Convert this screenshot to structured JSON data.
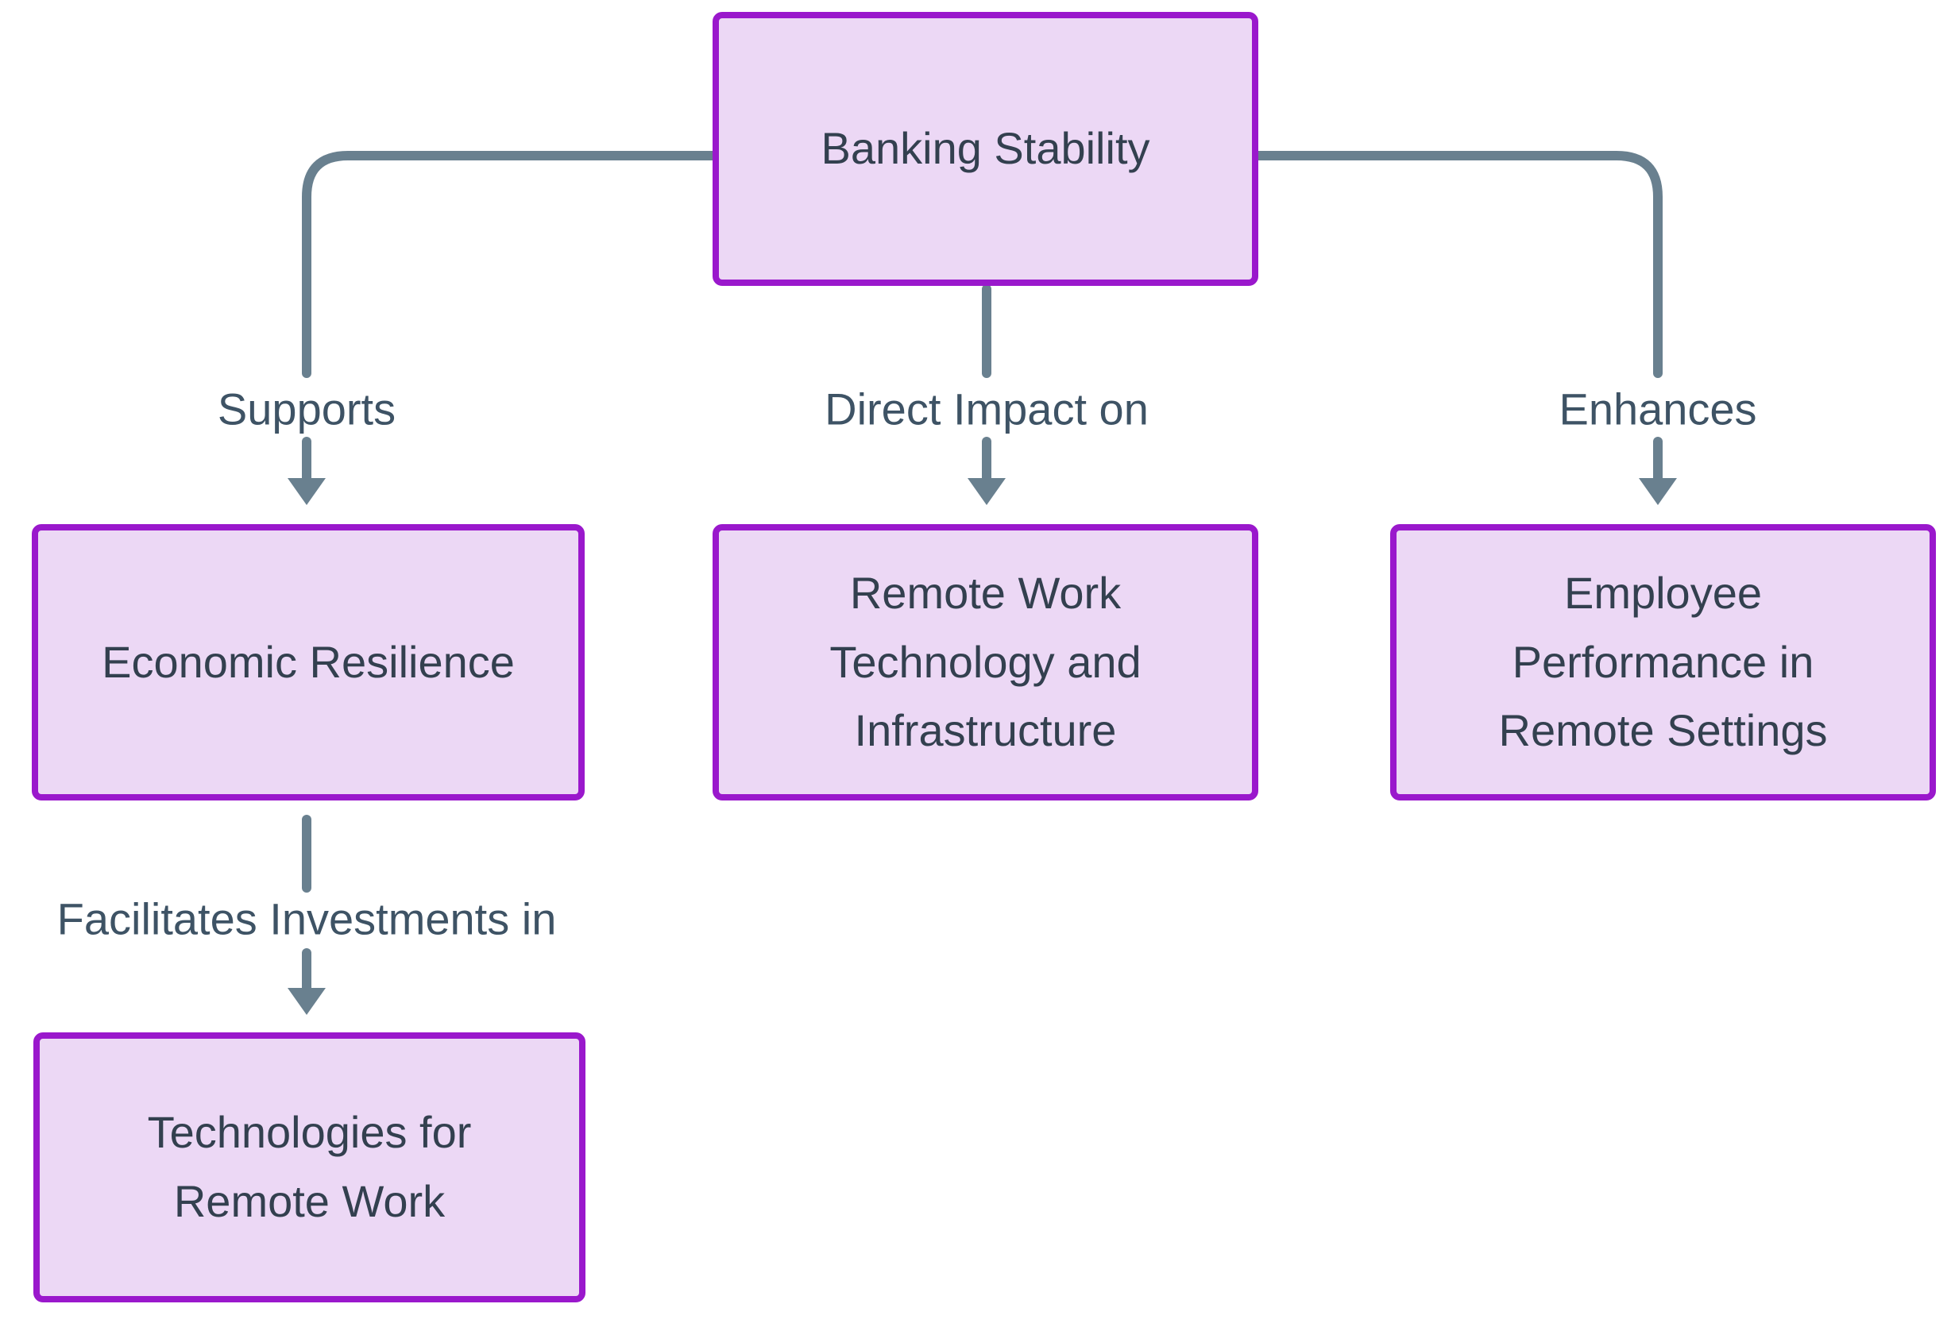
{
  "diagram": {
    "type": "flowchart",
    "colors": {
      "canvas_bg": "#ffffff",
      "node_fill": "#ECD8F5",
      "node_border": "#9A18CC",
      "node_text": "#33404F",
      "edge_line": "#69808F",
      "edge_label_text": "#3E5365"
    },
    "nodes": [
      {
        "id": "banking",
        "label": "Banking Stability"
      },
      {
        "id": "economic",
        "label": "Economic Resilience"
      },
      {
        "id": "remote_tech",
        "label": "Remote Work\nTechnology and\nInfrastructure"
      },
      {
        "id": "employee",
        "label": "Employee\nPerformance in\nRemote Settings"
      },
      {
        "id": "technologies",
        "label": "Technologies for\nRemote Work"
      }
    ],
    "edges": [
      {
        "from": "banking",
        "to": "economic",
        "label": "Supports"
      },
      {
        "from": "banking",
        "to": "remote_tech",
        "label": "Direct Impact on"
      },
      {
        "from": "banking",
        "to": "employee",
        "label": "Enhances"
      },
      {
        "from": "economic",
        "to": "technologies",
        "label": "Facilitates Investments in"
      }
    ]
  }
}
